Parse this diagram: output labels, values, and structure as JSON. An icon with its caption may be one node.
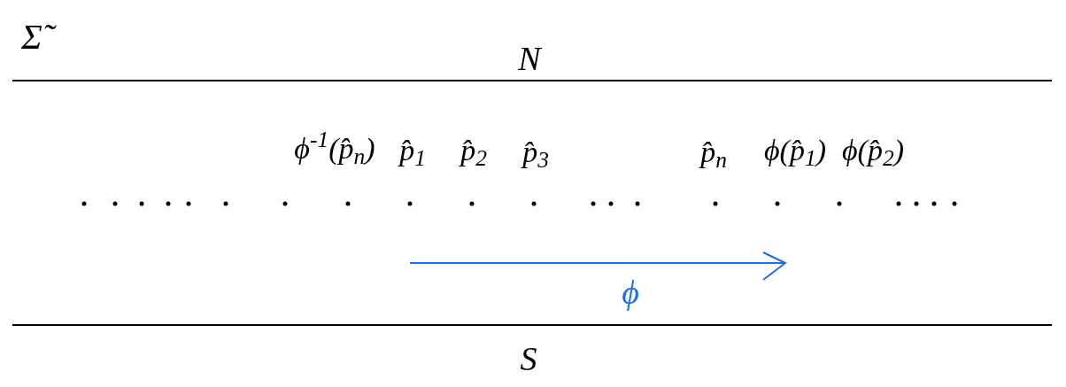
{
  "diagram": {
    "labels": [
      "Σ̃",
      "N",
      "ϕ$^{-1}$(p̂$_{n}$)",
      "p̂$_{1}$",
      "p̂$_{2}$",
      "p̂$_{3}$",
      "p̂$_{n}$",
      "ϕ(p̂$_{1}$)",
      "ϕ(p̂$_{2}$)",
      "ϕ",
      "S"
    ]
  }
}
